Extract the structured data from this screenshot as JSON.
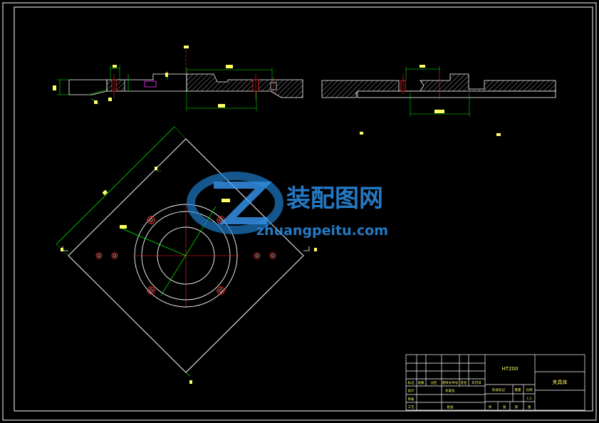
{
  "drawing": {
    "title": "夹具体",
    "material": "HT200",
    "scale": "1:1",
    "colors": {
      "background": "#000000",
      "frame": "#ffffff",
      "dimension": "#00ff00",
      "centerline": "#ff2222",
      "hatch": "#ffffff",
      "hole": "#ff3333",
      "text": "#ffff66",
      "cyan": "#00e5ff",
      "watermark": "#1f7fd0"
    }
  },
  "watermark": {
    "brand": "装配图网",
    "url": "zhuangpeitu.com"
  },
  "title_block": {
    "mark_row": [
      "标记",
      "处数",
      "分区",
      "更改文件号",
      "签名",
      "年月日"
    ],
    "design_label": "设计",
    "standard_label": "标准化",
    "check_label": "审核",
    "process_label": "工艺",
    "approve_label": "批准",
    "stage_label": "阶段标记",
    "weight_label": "重量",
    "scale_label": "比例",
    "sheets": [
      "共",
      "张",
      "第",
      "张"
    ]
  }
}
